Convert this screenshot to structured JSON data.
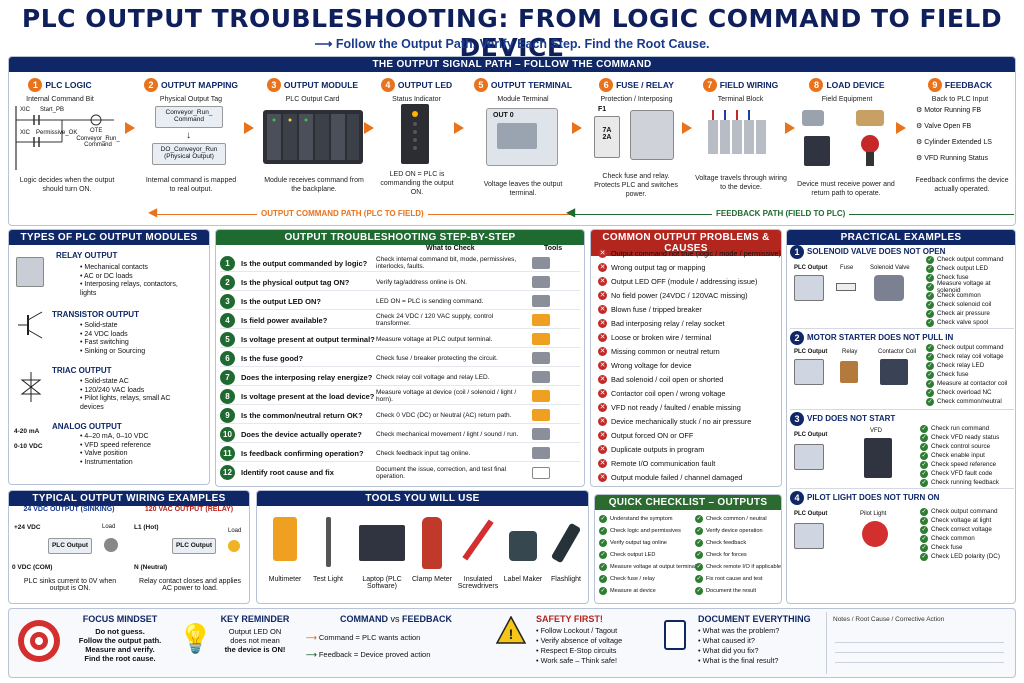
{
  "title": "PLC OUTPUT TROUBLESHOOTING: FROM LOGIC COMMAND TO FIELD DEVICE",
  "subtitle": "⟶ Follow the Output Path. Verify Each Step. Find the Root Cause.",
  "signal_path": {
    "header": "THE OUTPUT SIGNAL PATH – FOLLOW THE COMMAND",
    "steps": [
      {
        "num": "1",
        "title": "PLC LOGIC",
        "sub": "Internal Command Bit",
        "desc": "Logic decides when the output should turn ON."
      },
      {
        "num": "2",
        "title": "OUTPUT MAPPING",
        "sub": "Physical Output Tag",
        "desc": "Internal command is mapped to real output."
      },
      {
        "num": "3",
        "title": "OUTPUT MODULE",
        "sub": "PLC Output Card",
        "desc": "Module receives command from the backplane."
      },
      {
        "num": "4",
        "title": "OUTPUT LED",
        "sub": "Status Indicator",
        "desc": "LED ON = PLC is commanding the output ON."
      },
      {
        "num": "5",
        "title": "OUTPUT TERMINAL",
        "sub": "Module Terminal",
        "desc": "Voltage leaves the output terminal."
      },
      {
        "num": "6",
        "title": "FUSE / RELAY",
        "sub": "Protection / Interposing",
        "desc": "Check fuse and relay. Protects PLC and switches power."
      },
      {
        "num": "7",
        "title": "FIELD WIRING",
        "sub": "Terminal Block",
        "desc": "Voltage travels through wiring to the device."
      },
      {
        "num": "8",
        "title": "LOAD DEVICE",
        "sub": "Field Equipment",
        "desc": "Device must receive power and return path to operate."
      },
      {
        "num": "9",
        "title": "FEEDBACK",
        "sub": "Back to PLC Input",
        "desc": "Feedback confirms the device actually operated."
      }
    ],
    "ladder": {
      "xic1": "XIC",
      "start": "Start_PB",
      "xic2": "XIC",
      "perm": "Permissive_OK",
      "ote": "OTE",
      "coil": "Conveyor_Run_ Command"
    },
    "mapping": {
      "top": "Conveyor_Run_ Command",
      "bottom": "DO_Conveyor_Run (Physical Output)"
    },
    "terminal_label": "OUT 0",
    "fuse_labels": [
      "F1",
      "7A",
      "2A"
    ],
    "feedback_items": [
      "Motor Running FB",
      "Valve Open FB",
      "Cylinder Extended LS",
      "VFD Running Status"
    ],
    "path_out": "OUTPUT COMMAND PATH (PLC TO FIELD)",
    "path_fb": "FEEDBACK PATH (FIELD TO PLC)"
  },
  "types": {
    "header": "TYPES OF PLC OUTPUT MODULES",
    "items": [
      {
        "name": "RELAY OUTPUT",
        "points": [
          "Mechanical contacts",
          "AC or DC loads",
          "Interposing relays, contactors, lights"
        ]
      },
      {
        "name": "TRANSISTOR OUTPUT",
        "points": [
          "Solid-state",
          "24 VDC loads",
          "Fast switching",
          "Sinking or Sourcing"
        ]
      },
      {
        "name": "TRIAC OUTPUT",
        "points": [
          "Solid-state AC",
          "120/240 VAC loads",
          "Pilot lights, relays, small AC devices"
        ]
      },
      {
        "name": "ANALOG OUTPUT",
        "points": [
          "4–20 mA, 0–10 VDC",
          "VFD speed reference",
          "Valve position",
          "Instrumentation"
        ]
      }
    ],
    "analog_labels": [
      "4-20 mA",
      "0-10 VDC"
    ]
  },
  "steps_table": {
    "header": "OUTPUT TROUBLESHOOTING STEP-BY-STEP",
    "col_check": "What to Check",
    "col_tools": "Tools",
    "rows": [
      {
        "n": "1",
        "q": "Is the output commanded by logic?",
        "c": "Check internal command bit, mode, permissives, interlocks, faults."
      },
      {
        "n": "2",
        "q": "Is the physical output tag ON?",
        "c": "Verify tag/address online is ON."
      },
      {
        "n": "3",
        "q": "Is the output LED ON?",
        "c": "LED ON = PLC is sending command."
      },
      {
        "n": "4",
        "q": "Is field power available?",
        "c": "Check 24 VDC / 120 VAC supply, control transformer."
      },
      {
        "n": "5",
        "q": "Is voltage present at output terminal?",
        "c": "Measure voltage at PLC output terminal."
      },
      {
        "n": "6",
        "q": "Is the fuse good?",
        "c": "Check fuse / breaker protecting the circuit."
      },
      {
        "n": "7",
        "q": "Does the interposing relay energize?",
        "c": "Check relay coil voltage and relay LED."
      },
      {
        "n": "8",
        "q": "Is voltage present at the load device?",
        "c": "Measure voltage at device (coil / solenoid / light / horn)."
      },
      {
        "n": "9",
        "q": "Is the common/neutral return OK?",
        "c": "Check 0 VDC (DC) or Neutral (AC) return path."
      },
      {
        "n": "10",
        "q": "Does the device actually operate?",
        "c": "Check mechanical movement / light / sound / run."
      },
      {
        "n": "11",
        "q": "Is feedback confirming operation?",
        "c": "Check feedback input tag online."
      },
      {
        "n": "12",
        "q": "Identify root cause and fix",
        "c": "Document the issue, correction, and test final operation."
      }
    ]
  },
  "problems": {
    "header": "COMMON OUTPUT PROBLEMS & CAUSES",
    "items": [
      "Output command not true (logic / mode / permissive)",
      "Wrong output tag or mapping",
      "Output LED OFF (module / addressing issue)",
      "No field power (24VDC / 120VAC missing)",
      "Blown fuse / tripped breaker",
      "Bad interposing relay / relay socket",
      "Loose or broken wire / terminal",
      "Missing common or neutral return",
      "Wrong voltage for device",
      "Bad solenoid / coil open or shorted",
      "Contactor coil open / wrong voltage",
      "VFD not ready / faulted / enable missing",
      "Device mechanically stuck / no air pressure",
      "Output forced ON or OFF",
      "Duplicate outputs in program",
      "Remote I/O communication fault",
      "Output module failed / channel damaged"
    ]
  },
  "examples": {
    "header": "PRACTICAL EXAMPLES",
    "items": [
      {
        "num": "1",
        "title": "SOLENOID VALVE DOES NOT OPEN",
        "labels": [
          "PLC Output",
          "Fuse",
          "Solenoid Valve"
        ],
        "checks": [
          "Check output command",
          "Check output LED",
          "Check fuse",
          "Measure voltage at solenoid",
          "Check common",
          "Check solenoid coil",
          "Check air pressure",
          "Check valve spool"
        ]
      },
      {
        "num": "2",
        "title": "MOTOR STARTER DOES NOT PULL IN",
        "labels": [
          "PLC Output",
          "Relay",
          "Contactor Coil"
        ],
        "checks": [
          "Check output command",
          "Check relay coil voltage",
          "Check relay LED",
          "Check fuse",
          "Measure at contactor coil",
          "Check overload NC",
          "Check common/neutral"
        ]
      },
      {
        "num": "3",
        "title": "VFD DOES NOT START",
        "labels": [
          "PLC Output",
          "VFD"
        ],
        "checks": [
          "Check run command",
          "Check VFD ready status",
          "Check control source",
          "Check enable input",
          "Check speed reference",
          "Check VFD fault code",
          "Check running feedback"
        ]
      },
      {
        "num": "4",
        "title": "PILOT LIGHT DOES NOT TURN ON",
        "labels": [
          "PLC Output",
          "Pilot Light"
        ],
        "checks": [
          "Check output command",
          "Check voltage at light",
          "Check correct voltage",
          "Check common",
          "Check fuse",
          "Check LED polarity (DC)"
        ]
      }
    ]
  },
  "wiring": {
    "header": "TYPICAL OUTPUT WIRING EXAMPLES",
    "left": {
      "title": "24 VDC OUTPUT (SINKING)",
      "top": "+24 VDC",
      "bottom": "0 VDC (COM)",
      "box": "PLC Output",
      "load": "Load",
      "desc": "PLC sinks current to 0V when output is ON."
    },
    "right": {
      "title": "120 VAC OUTPUT (RELAY)",
      "top": "L1 (Hot)",
      "bottom": "N (Neutral)",
      "box": "PLC Output",
      "load": "Load",
      "desc": "Relay contact closes and applies AC power to load."
    }
  },
  "tools": {
    "header": "TOOLS YOU WILL USE",
    "items": [
      "Multimeter",
      "Test Light",
      "Laptop (PLC Software)",
      "Clamp Meter",
      "Insulated Screwdrivers",
      "Label Maker",
      "Flashlight"
    ]
  },
  "checklist": {
    "header": "QUICK CHECKLIST – OUTPUTS",
    "left": [
      "Understand the symptom",
      "Check logic and permissives",
      "Verify output tag online",
      "Check output LED",
      "Measure voltage at output terminal",
      "Check fuse / relay",
      "Measure at device"
    ],
    "right": [
      "Check common / neutral",
      "Verify device operation",
      "Check feedback",
      "Check for forces",
      "Check remote I/O if applicable",
      "Fix root cause and test",
      "Document the result"
    ]
  },
  "bottom": {
    "mindset": {
      "title": "FOCUS MINDSET",
      "text": [
        "Do not guess.",
        "Follow the output path.",
        "Measure and verify.",
        "Find the root cause."
      ]
    },
    "reminder": {
      "title": "KEY REMINDER",
      "text": [
        "Output LED ON",
        "does not mean",
        "the device is ON!"
      ]
    },
    "cmdfb": {
      "title_a": "COMMAND",
      "vs": "vs",
      "title_b": "FEEDBACK",
      "cmd": "Command = PLC wants action",
      "fb": "Feedback = Device proved action"
    },
    "safety": {
      "title": "SAFETY FIRST!",
      "items": [
        "Follow Lockout / Tagout",
        "Verify absence of voltage",
        "Respect E-Stop circuits",
        "Work safe – Think safe!"
      ]
    },
    "document": {
      "title": "DOCUMENT EVERYTHING",
      "items": [
        "What was the problem?",
        "What caused it?",
        "What did you fix?",
        "What is the final result?"
      ]
    },
    "notes": "Notes / Root Cause / Corrective Action"
  },
  "colors": {
    "navy": "#0f2766",
    "orange": "#e8731c",
    "green": "#1f6a30",
    "red": "#b3261e"
  }
}
